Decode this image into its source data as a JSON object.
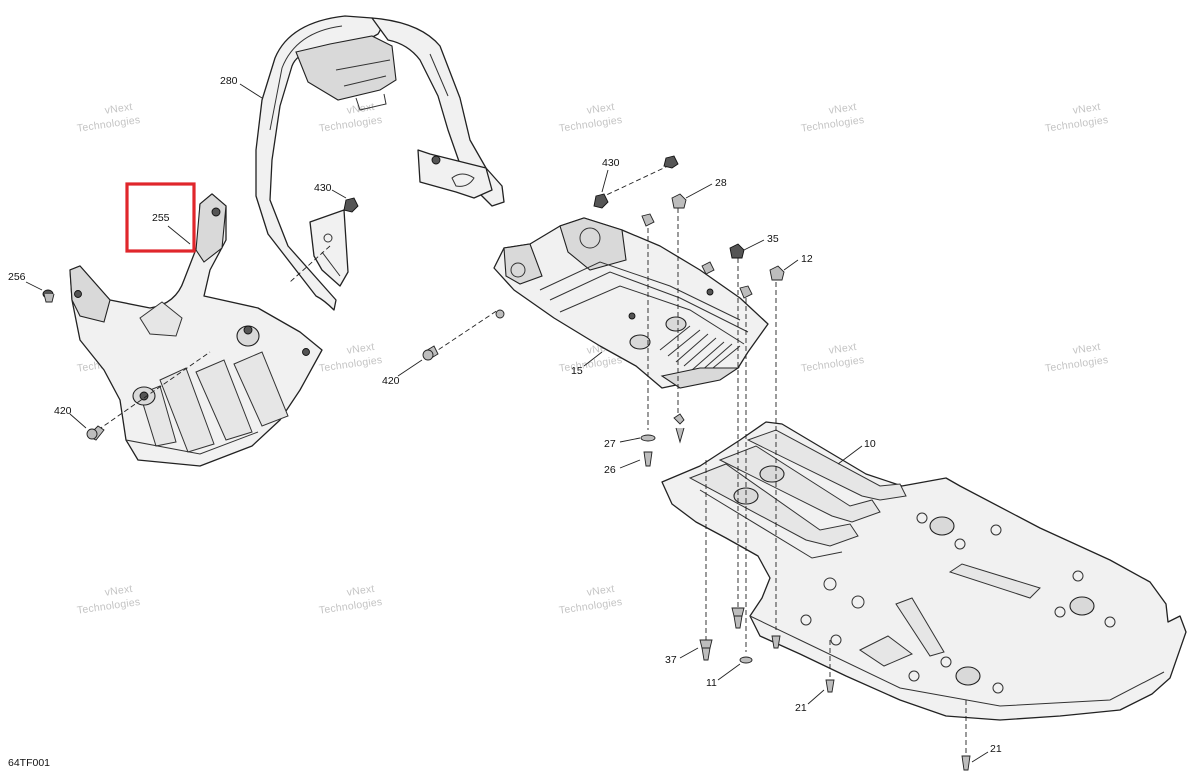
{
  "diagram": {
    "figure_code": "64TF001",
    "watermark": [
      "vNext",
      "Technologies"
    ],
    "highlighted_part": "255",
    "callouts": {
      "c255": "255",
      "c256": "256",
      "c280": "280",
      "c430a": "430",
      "c420a": "420",
      "c420b": "420",
      "c430b": "430",
      "c28": "28",
      "c35": "35",
      "c12": "12",
      "c15": "15",
      "c27": "27",
      "c26": "26",
      "c10": "10",
      "c37": "37",
      "c11": "11",
      "c21a": "21",
      "c21b": "21"
    }
  }
}
